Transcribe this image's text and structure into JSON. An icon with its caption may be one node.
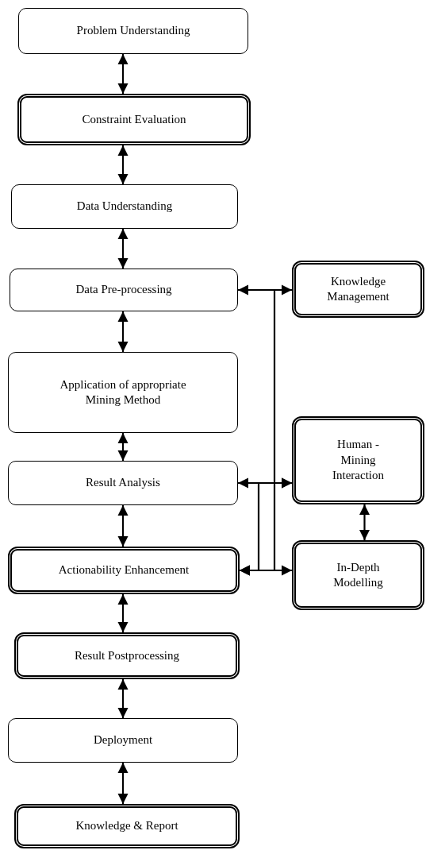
{
  "diagram": {
    "nodes": [
      {
        "text": [
          "Problem Understanding"
        ]
      },
      {
        "text": [
          "Constraint Evaluation"
        ]
      },
      {
        "text": [
          "Data Understanding"
        ]
      },
      {
        "text": [
          "Data Pre-processing"
        ]
      },
      {
        "text": [
          "Application of appropriate Mining Method"
        ]
      },
      {
        "text": [
          "Result Analysis"
        ]
      },
      {
        "text": [
          "Actionability Enhancement"
        ]
      },
      {
        "text": [
          "Result Postprocessing"
        ]
      },
      {
        "text": [
          "Deployment"
        ]
      },
      {
        "text": [
          "Knowledge & Report"
        ]
      },
      {
        "text": [
          "Knowledge Management"
        ]
      },
      {
        "text": [
          "Human - Mining Interaction"
        ]
      },
      {
        "text": [
          "In-Depth Modelling"
        ]
      }
    ],
    "edges": [
      {
        "from": 0,
        "to": 1,
        "arrow": "both"
      },
      {
        "from": 1,
        "to": 2,
        "arrow": "both"
      },
      {
        "from": 2,
        "to": 3,
        "arrow": "both"
      },
      {
        "from": 3,
        "to": 4,
        "arrow": "both"
      },
      {
        "from": 4,
        "to": 5,
        "arrow": "both"
      },
      {
        "from": 5,
        "to": 6,
        "arrow": "both"
      },
      {
        "from": 6,
        "to": 7,
        "arrow": "both"
      },
      {
        "from": 7,
        "to": 8,
        "arrow": "both"
      },
      {
        "from": 8,
        "to": 9,
        "arrow": "both"
      },
      {
        "from": 10,
        "to": 3,
        "arrow": "to"
      },
      {
        "from": 5,
        "to": 11,
        "arrow": "both"
      },
      {
        "from": 6,
        "to": 12,
        "arrow": "both"
      },
      {
        "from": 11,
        "to": 12,
        "arrow": "both"
      },
      {
        "from": 11,
        "to": 6,
        "arrow": "both"
      },
      {
        "from": 10,
        "to": 6,
        "arrow": "both"
      }
    ]
  }
}
